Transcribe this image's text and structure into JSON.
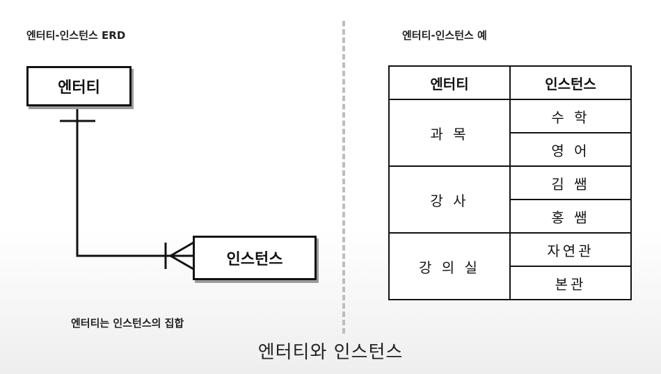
{
  "left_title": "엔터티-인스턴스 ERD",
  "right_title": "엔터티-인스턴스 예",
  "erd": {
    "entity_label": "엔터티",
    "instance_label": "인스턴스",
    "caption": "엔터티는 인스턴스의 집합"
  },
  "table": {
    "headers": [
      "엔터티",
      "인스턴스"
    ],
    "groups": [
      {
        "entity": "과 목",
        "instances": [
          "수 학",
          "영 어"
        ]
      },
      {
        "entity": "강 사",
        "instances": [
          "김 쌤",
          "홍 쌤"
        ]
      },
      {
        "entity": "강 의 실",
        "instances": [
          "자연관",
          "본관"
        ]
      }
    ]
  },
  "footer_title": "엔터티와 인스턴스"
}
